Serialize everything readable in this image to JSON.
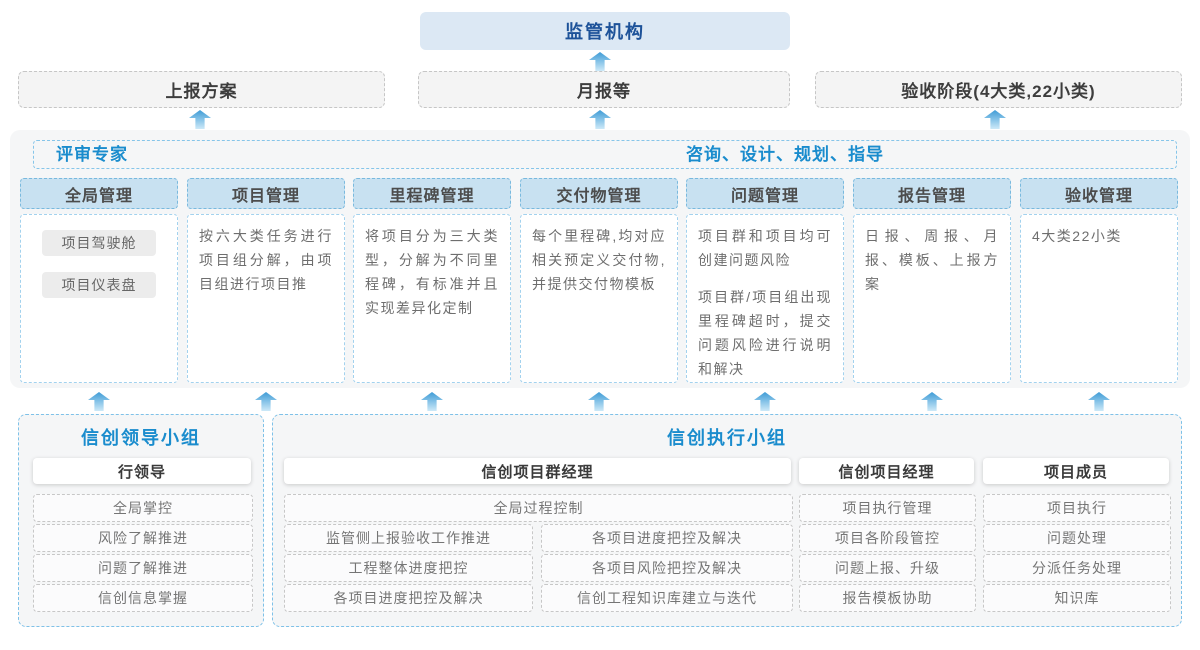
{
  "colors": {
    "accent_blue": "#1a8ccd",
    "navy_title": "#1d5299",
    "column_header_fill": "#c8e1f1",
    "panel_fill": "#f5f6f7",
    "arrow_blue": "#3f9cd6"
  },
  "top": {
    "regulator_label": "监管机构"
  },
  "outputs": {
    "report_plan": "上报方案",
    "monthly_report": "月报等",
    "acceptance_phase": "验收阶段(4大类,22小类)"
  },
  "expert_strip": {
    "left_label": "评审专家",
    "right_label": "咨询、设计、规划、指导"
  },
  "columns": [
    {
      "title": "全局管理",
      "chips": [
        "项目驾驶舱",
        "项目仪表盘"
      ]
    },
    {
      "title": "项目管理",
      "text": "按六大类任务进行项目组分解，由项目组进行项目推"
    },
    {
      "title": "里程碑管理",
      "text": "将项目分为三大类型，分解为不同里程碑，有标准并且实现差异化定制"
    },
    {
      "title": "交付物管理",
      "text": "每个里程碑,均对应相关预定义交付物,并提供交付物模板"
    },
    {
      "title": "问题管理",
      "paras": [
        "项目群和项目均可创建问题风险",
        "项目群/项目组出现里程碑超时，提交问题风险进行说明和解决"
      ]
    },
    {
      "title": "报告管理",
      "text": "日报、周报、月报、模板、上报方案"
    },
    {
      "title": "验收管理",
      "text": "4大类22小类"
    }
  ],
  "leader_group": {
    "title": "信创领导小组",
    "role": "行领导",
    "duties": [
      "全局掌控",
      "风险了解推进",
      "问题了解推进",
      "信创信息掌握"
    ]
  },
  "exec_group": {
    "title": "信创执行小组",
    "program_manager": {
      "role": "信创项目群经理",
      "full_width_duty": "全局过程控制",
      "left_duties": [
        "监管侧上报验收工作推进",
        "工程整体进度把控",
        "各项目进度把控及解决"
      ],
      "right_duties": [
        "各项目进度把控及解决",
        "各项目风险把控及解决",
        "信创工程知识库建立与迭代"
      ]
    },
    "project_manager": {
      "role": "信创项目经理",
      "duties": [
        "项目执行管理",
        "项目各阶段管控",
        "问题上报、升级",
        "报告模板协助"
      ]
    },
    "project_member": {
      "role": "项目成员",
      "duties": [
        "项目执行",
        "问题处理",
        "分派任务处理",
        "知识库"
      ]
    }
  }
}
